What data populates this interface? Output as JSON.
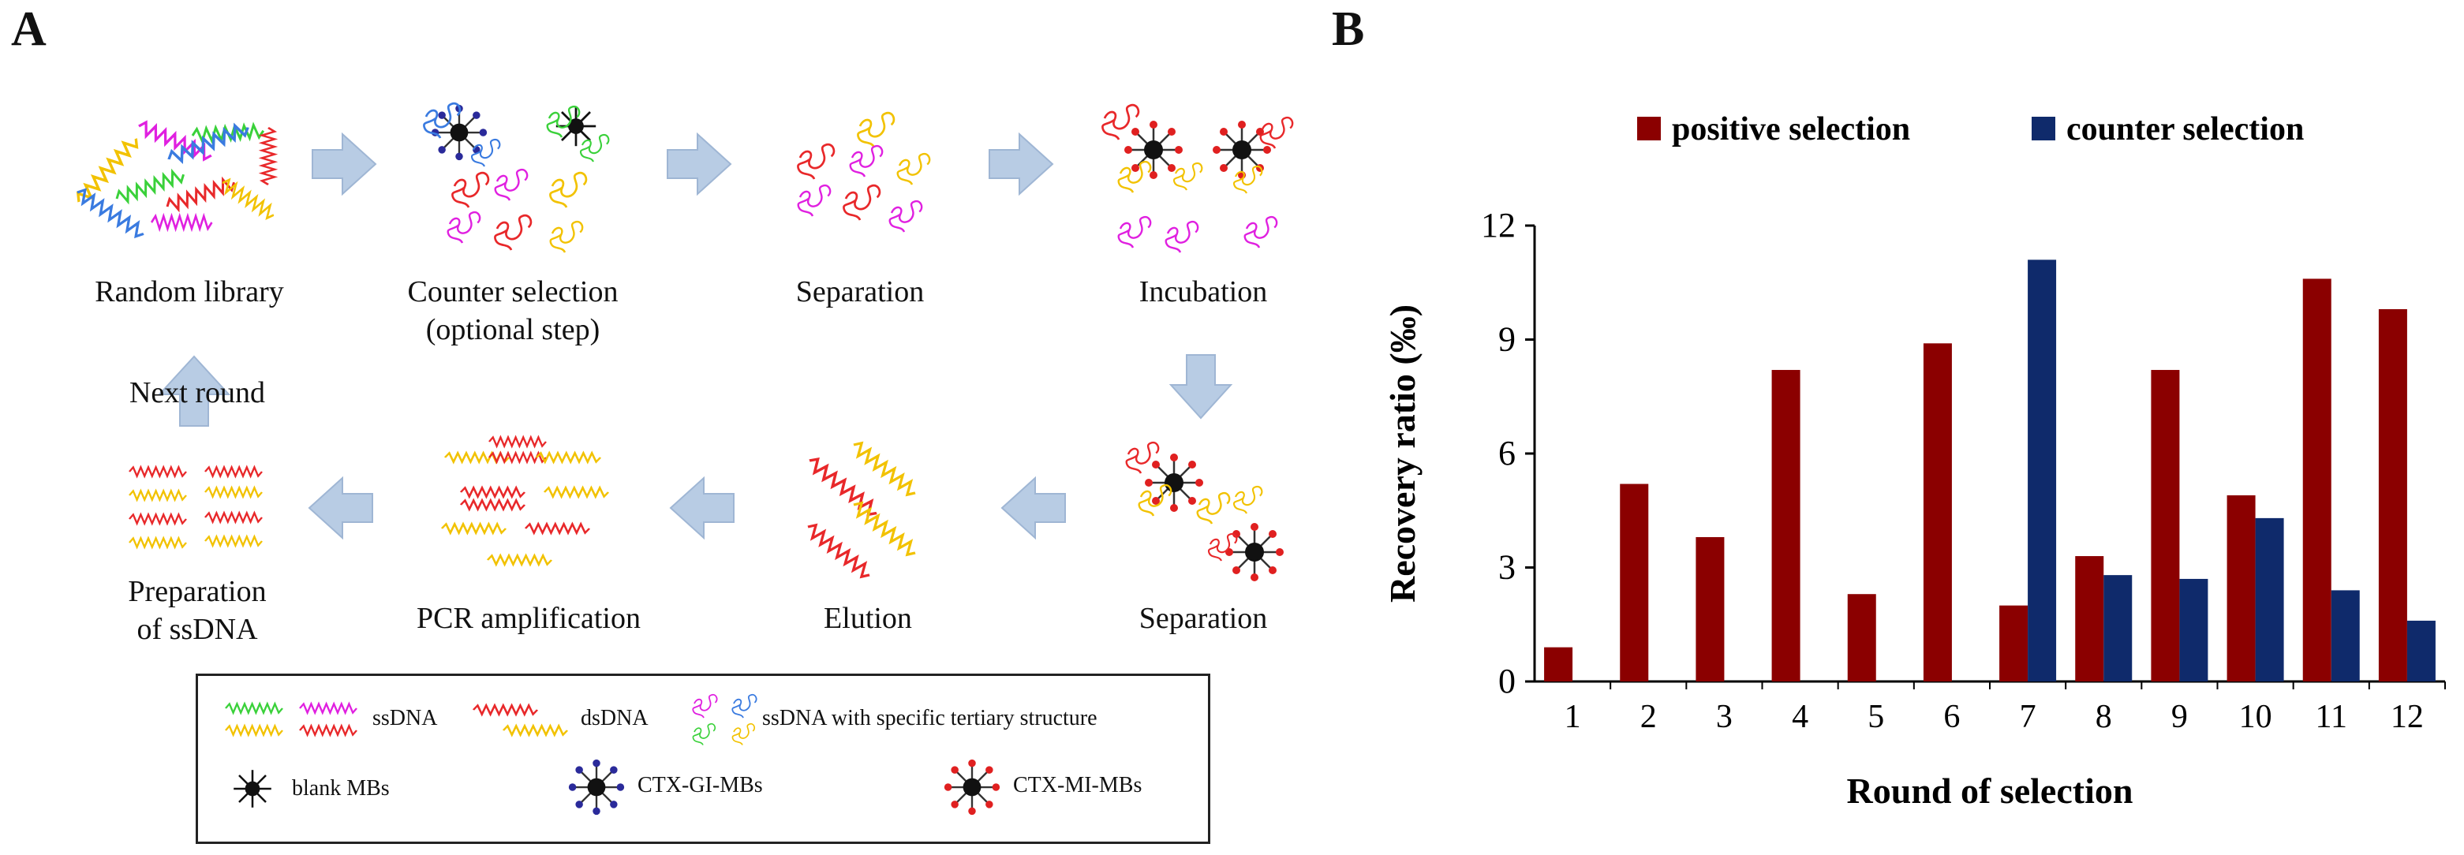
{
  "panels": {
    "a": "A",
    "b": "B"
  },
  "steps": {
    "random_library": "Random library",
    "counter_selection_1": "Counter selection",
    "counter_selection_2": "(optional step)",
    "separation_top": "Separation",
    "incubation": "Incubation",
    "next_round": "Next round",
    "preparation_1": "Preparation",
    "preparation_2": "of ssDNA",
    "pcr": "PCR amplification",
    "elution": "Elution",
    "separation_bottom": "Separation"
  },
  "legend": {
    "ssdna": "ssDNA",
    "dsdna": "dsDNA",
    "tertiary": "ssDNA with specific tertiary structure",
    "blank": "blank MBs",
    "gi": "CTX-GI-MBs",
    "mi": "CTX-MI-MBs"
  },
  "colors": {
    "positive": "#8b0000",
    "counter": "#0f2a6b",
    "arrow": "#b8cce4",
    "strand_yellow": "#f2c200",
    "strand_red": "#e8282a",
    "strand_magenta": "#e020e0",
    "strand_green": "#3ad13a",
    "strand_blue": "#3a7be0"
  },
  "chart_data": {
    "type": "bar",
    "xlabel": "Round of selection",
    "ylabel": "Recovery ratio (‰)",
    "ylim": [
      0,
      12
    ],
    "yticks": [
      0,
      3,
      6,
      9,
      12
    ],
    "legend_position": "top",
    "categories": [
      "1",
      "2",
      "3",
      "4",
      "5",
      "6",
      "7",
      "8",
      "9",
      "10",
      "11",
      "12"
    ],
    "series": [
      {
        "name": "positive selection",
        "values": [
          0.9,
          5.2,
          3.8,
          8.2,
          2.3,
          8.9,
          2.0,
          3.3,
          8.2,
          4.9,
          10.6,
          9.8
        ]
      },
      {
        "name": "counter selection",
        "values": [
          null,
          null,
          null,
          null,
          null,
          null,
          11.1,
          2.8,
          2.7,
          4.3,
          2.4,
          1.6
        ]
      }
    ]
  }
}
